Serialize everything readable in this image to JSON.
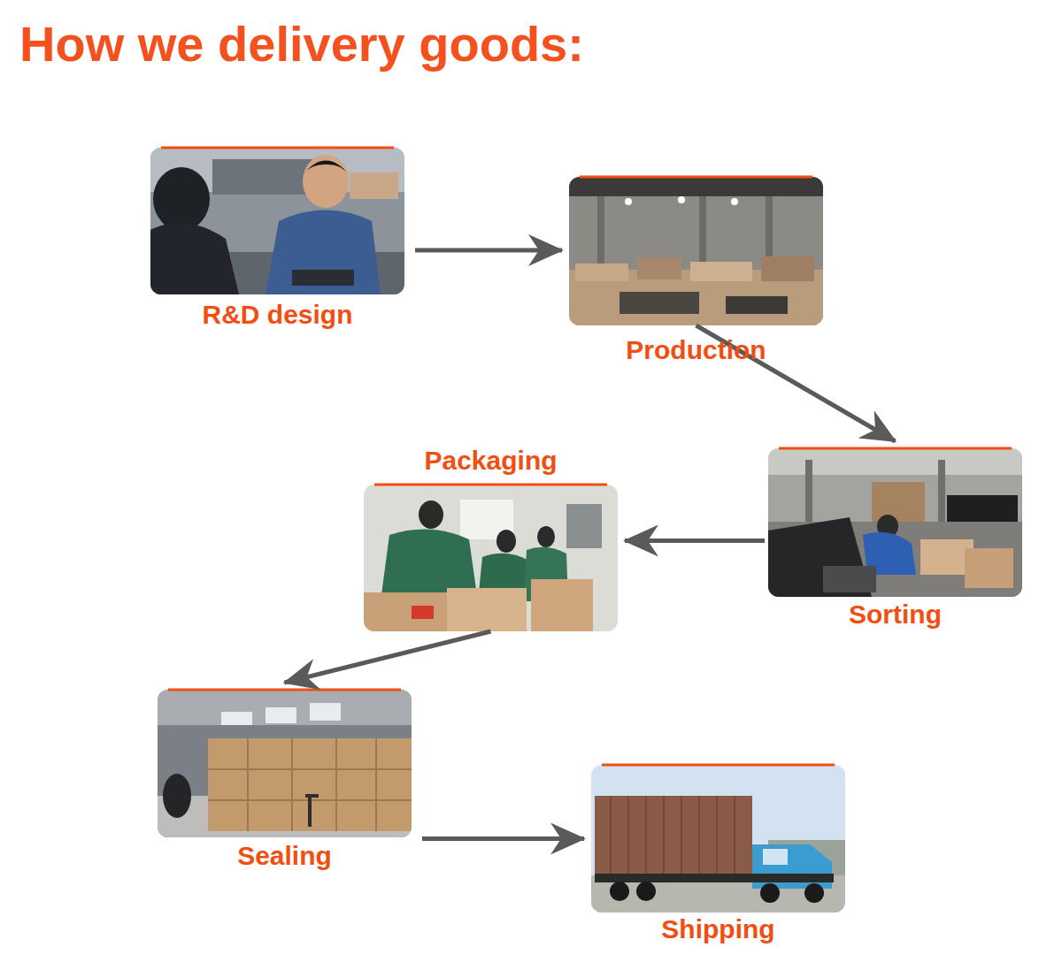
{
  "diagram": {
    "title": "How we delivery goods:",
    "nodes": [
      {
        "text": [
          "R&D design"
        ]
      },
      {
        "text": [
          "Production"
        ]
      },
      {
        "text": [
          "Sorting"
        ]
      },
      {
        "text": [
          "Packaging"
        ]
      },
      {
        "text": [
          "Sealing"
        ]
      },
      {
        "text": [
          "Shipping"
        ]
      }
    ],
    "edges": [
      {
        "from": 0,
        "to": 1,
        "arrow": "to"
      },
      {
        "from": 1,
        "to": 2,
        "arrow": "to"
      },
      {
        "from": 2,
        "to": 3,
        "arrow": "to"
      },
      {
        "from": 3,
        "to": 4,
        "arrow": "to"
      },
      {
        "from": 4,
        "to": 5,
        "arrow": "to"
      }
    ]
  }
}
